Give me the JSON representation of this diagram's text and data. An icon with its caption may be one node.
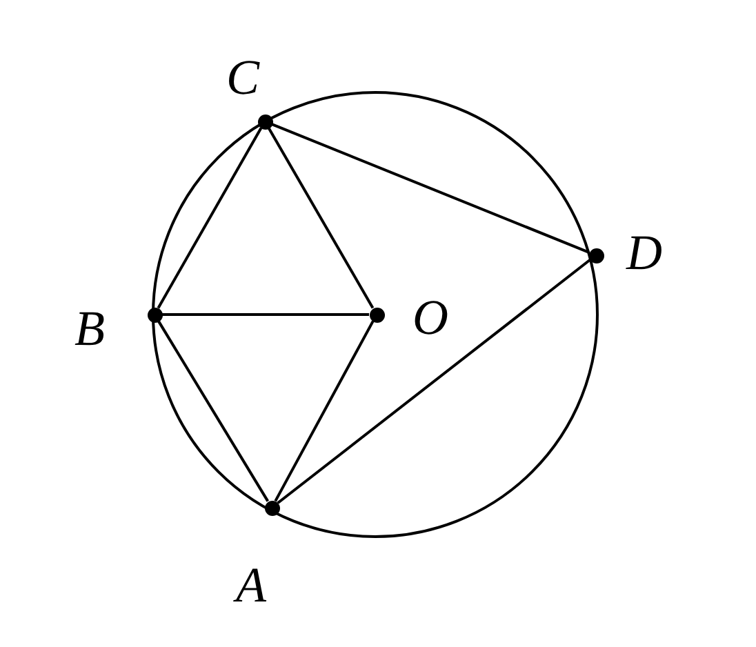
{
  "diagram": {
    "nodes": [
      {
        "text": [
          "C"
        ]
      },
      {
        "text": [
          "B"
        ]
      },
      {
        "text": [
          "O"
        ]
      },
      {
        "text": [
          "D"
        ]
      },
      {
        "text": [
          "A"
        ]
      }
    ],
    "edges": [
      {
        "from": 0,
        "to": 1,
        "arrow": "none"
      },
      {
        "from": 0,
        "to": 2,
        "arrow": "none"
      },
      {
        "from": 0,
        "to": 3,
        "arrow": "none"
      },
      {
        "from": 1,
        "to": 2,
        "arrow": "none"
      },
      {
        "from": 1,
        "to": 4,
        "arrow": "none"
      },
      {
        "from": 4,
        "to": 2,
        "arrow": "none"
      },
      {
        "from": 4,
        "to": 3,
        "arrow": "none"
      }
    ]
  }
}
